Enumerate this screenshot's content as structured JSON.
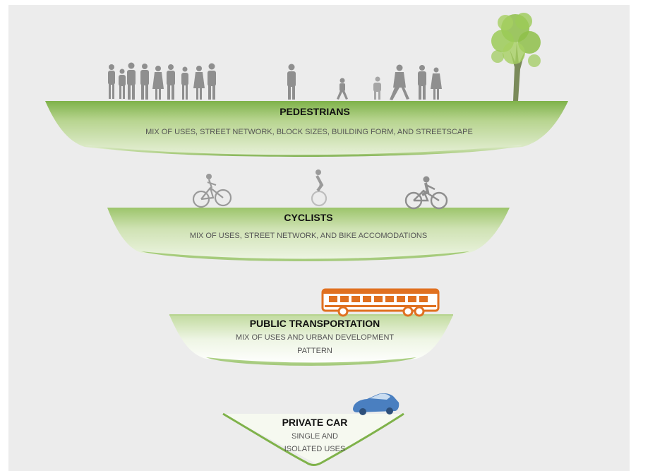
{
  "tiers": [
    {
      "title": "PEDESTRIANS",
      "description": "MIX OF USES, STREET NETWORK, BLOCK SIZES, BUILDING FORM, AND STREETSCAPE"
    },
    {
      "title": "CYCLISTS",
      "description": "MIX OF USES, STREET NETWORK, AND BIKE ACCOMODATIONS"
    },
    {
      "title": "PUBLIC TRANSPORTATION",
      "description_lines": [
        "MIX OF USES AND URBAN DEVELOPMENT",
        "PATTERN"
      ]
    },
    {
      "title": "PRIVATE CAR",
      "description_lines": [
        "SINGLE AND",
        "ISOLATED USES"
      ]
    }
  ],
  "colors": {
    "green_dark": "#7fb24a",
    "green_light": "#e3efcf",
    "people_grey": "#8a8a8a",
    "bus_orange": "#e07020",
    "car_blue": "#4a7fc0",
    "tree_green": "#8fbf4a"
  },
  "icons": [
    "people-silhouettes",
    "tree-icon",
    "bicycle-icon",
    "bus-icon",
    "car-icon"
  ]
}
